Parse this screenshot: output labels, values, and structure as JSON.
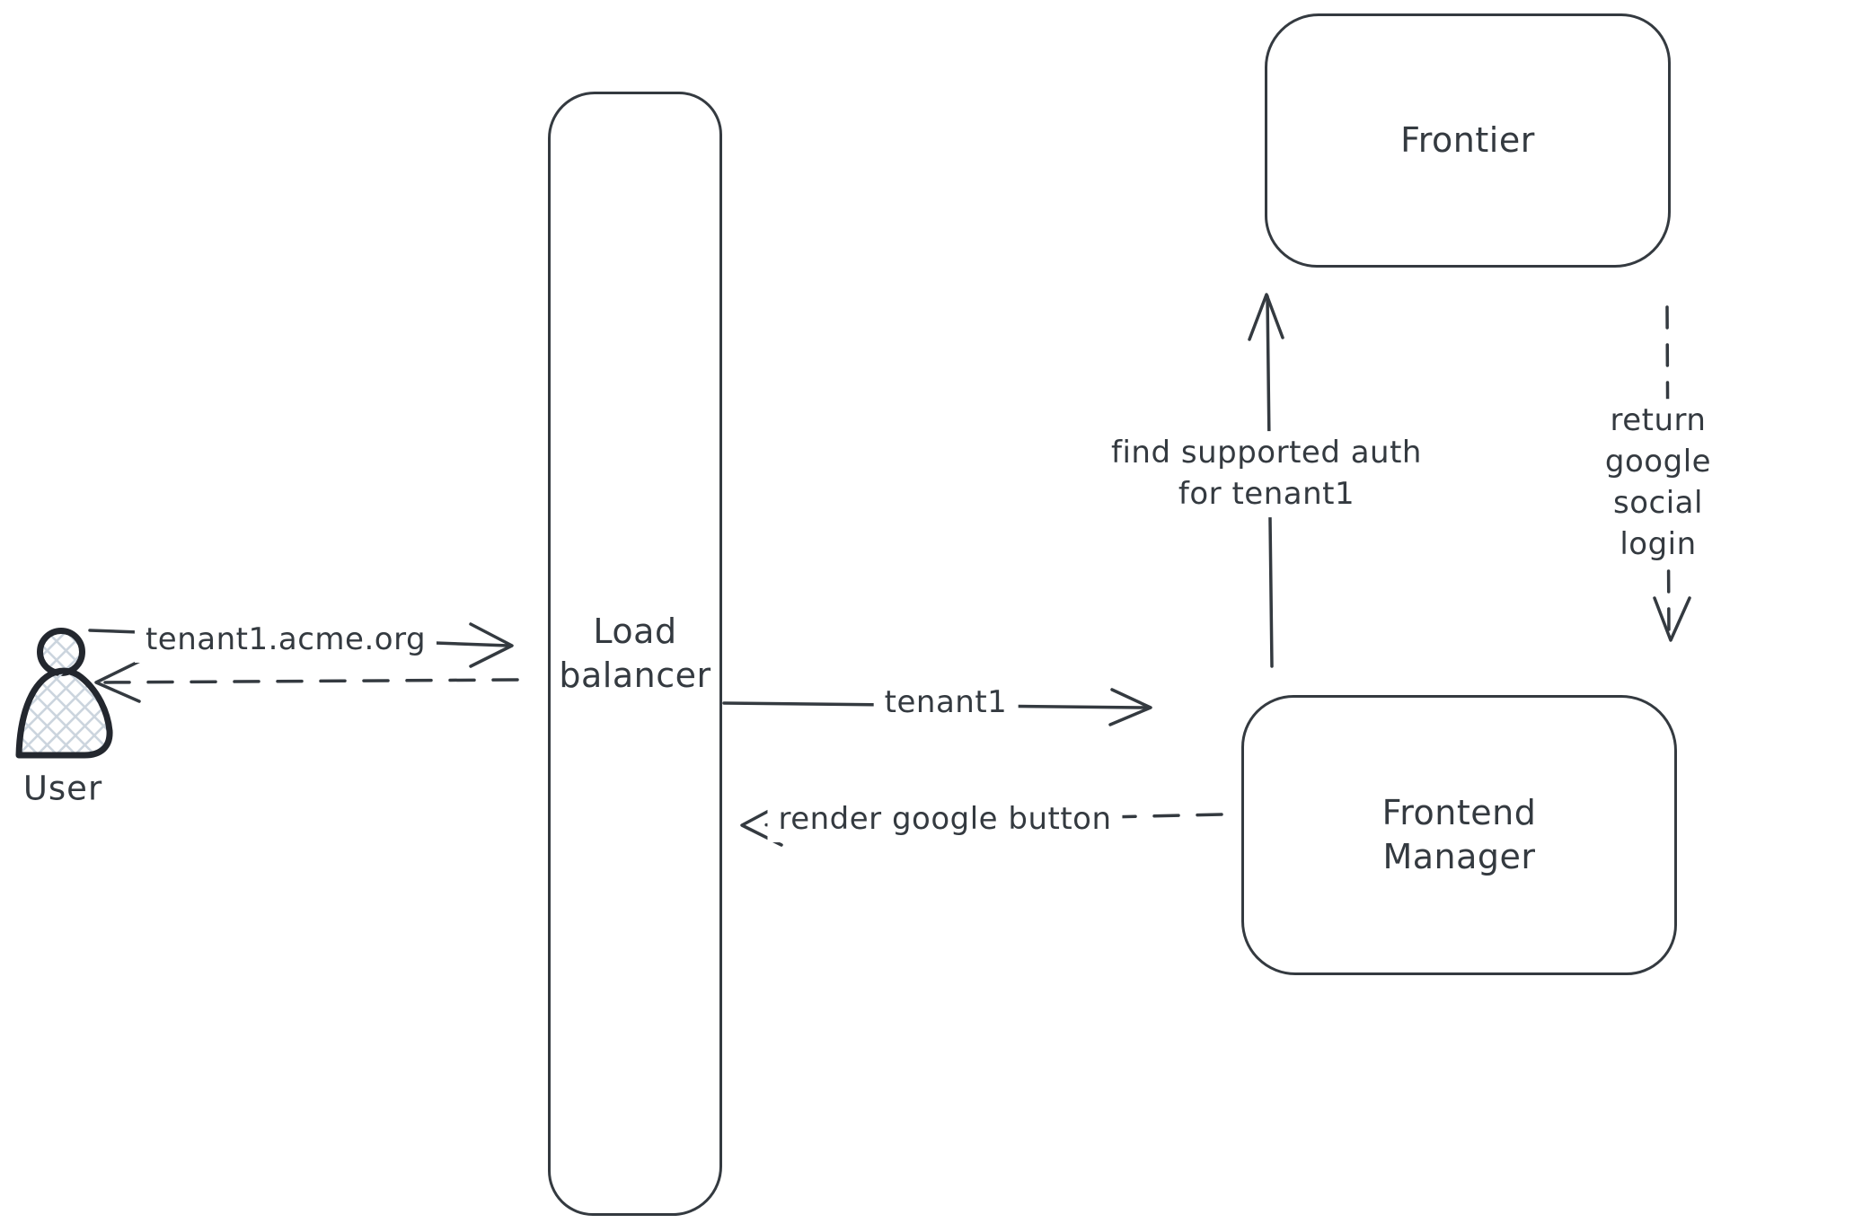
{
  "diagram": {
    "background_color": "#ffffff",
    "stroke_color": "#343a40",
    "user_figure_outline_color": "#23272e",
    "user_figure_hatch_color": "#ccd5de",
    "nodes": {
      "user": {
        "label": "User",
        "shape": "person"
      },
      "load_balancer": {
        "label": "Load\nbalancer",
        "shape": "rounded-rectangle"
      },
      "frontier": {
        "label": "Frontier",
        "shape": "rounded-rectangle"
      },
      "frontend_manager": {
        "label": "Frontend\nManager",
        "shape": "rounded-rectangle"
      }
    },
    "edges": {
      "user_to_load_balancer": {
        "label": "tenant1.acme.org",
        "style": "solid",
        "direction": "right"
      },
      "load_balancer_to_user": {
        "style": "dashed",
        "direction": "left"
      },
      "load_balancer_to_frontend_manager": {
        "label": "tenant1",
        "style": "solid",
        "direction": "right"
      },
      "frontend_manager_to_load_balancer": {
        "label": "render google button",
        "style": "dashed",
        "direction": "left"
      },
      "frontend_manager_to_frontier": {
        "label": "find supported auth\nfor tenant1",
        "style": "solid",
        "direction": "up"
      },
      "frontier_to_frontend_manager": {
        "label": "return google social\nlogin",
        "style": "dashed",
        "direction": "down"
      }
    }
  }
}
